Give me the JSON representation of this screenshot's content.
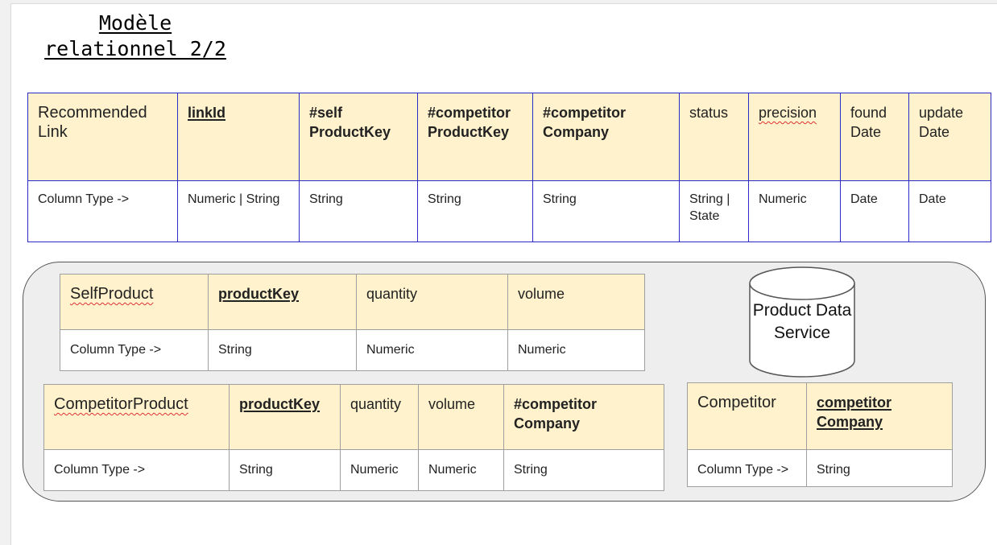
{
  "title": [
    "Modèle",
    "relationnel 2/2"
  ],
  "recommended_link": {
    "headers": [
      "Recommended Link",
      "linkId",
      "#self ProductKey",
      "#competitor ProductKey",
      "#competitor Company",
      "status",
      "precision",
      "found Date",
      "update Date"
    ],
    "types": [
      "Column Type ->",
      "Numeric | String",
      "String",
      "String",
      "String",
      "String | State",
      "Numeric",
      "Date",
      "Date"
    ]
  },
  "self_product": {
    "headers": [
      "SelfProduct",
      "productKey",
      "quantity",
      "volume"
    ],
    "types": [
      "Column Type ->",
      "String",
      "Numeric",
      "Numeric"
    ]
  },
  "competitor_product": {
    "headers": [
      "CompetitorProduct",
      "productKey",
      "quantity",
      "volume",
      "#competitor Company"
    ],
    "types": [
      "Column Type ->",
      "String",
      "Numeric",
      "Numeric",
      "String"
    ]
  },
  "competitor": {
    "headers": [
      "Competitor",
      "competitor Company"
    ],
    "types": [
      "Column Type ->",
      "String"
    ]
  },
  "database": {
    "label": "Product Data Service"
  }
}
